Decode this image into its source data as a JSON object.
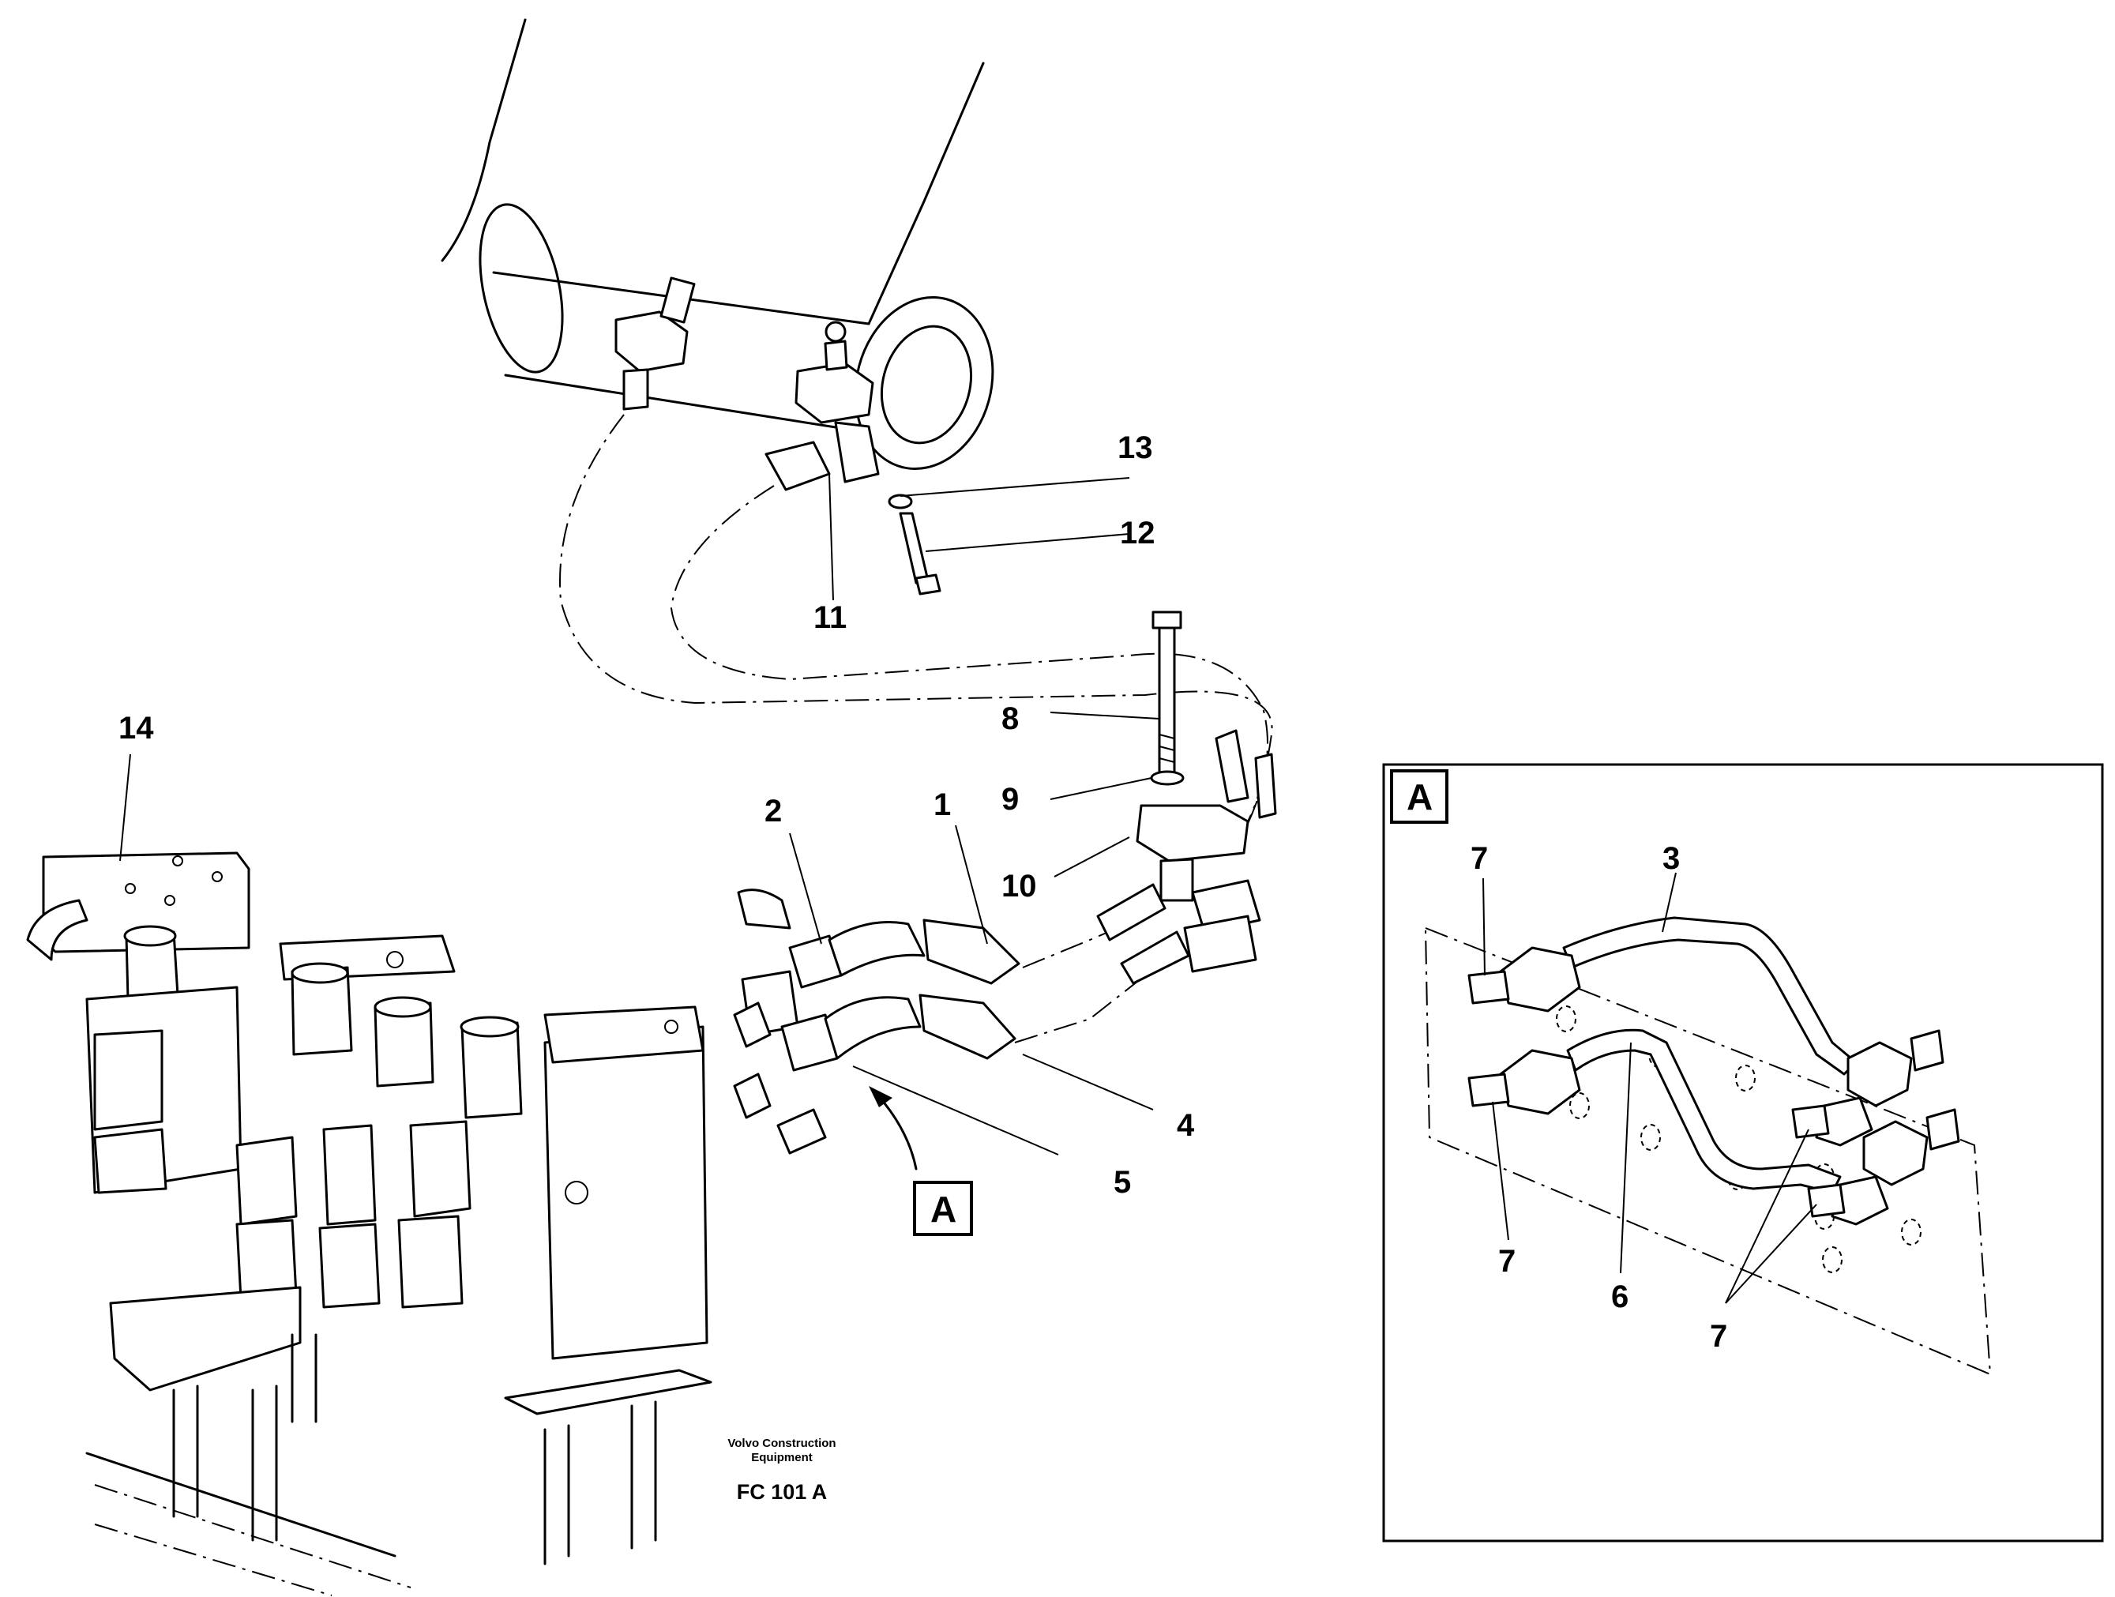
{
  "callouts": {
    "c1": "1",
    "c2": "2",
    "c4": "4",
    "c5": "5",
    "c8": "8",
    "c9": "9",
    "c10": "10",
    "c11": "11",
    "c12": "12",
    "c13": "13",
    "c14": "14",
    "c3": "3",
    "c6": "6",
    "c7a": "7",
    "c7b": "7",
    "c7c": "7"
  },
  "view_marker": "A",
  "detail_view": {
    "title": "A"
  },
  "caption": {
    "maker_line1": "Volvo Construction",
    "maker_line2": "Equipment",
    "code": "FC 101 A"
  }
}
